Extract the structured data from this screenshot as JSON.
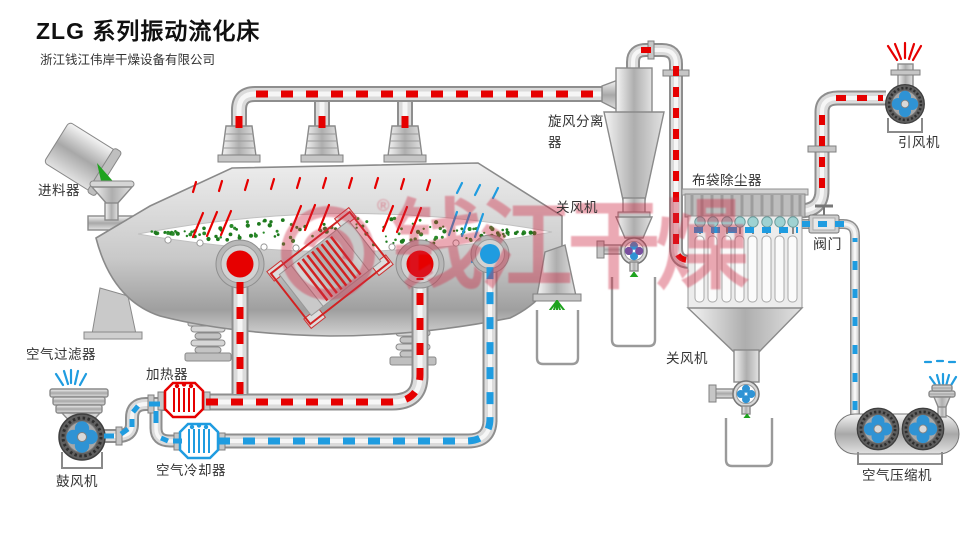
{
  "header": {
    "title": "ZLG 系列振动流化床",
    "company": "浙江钱江伟岸干燥设备有限公司"
  },
  "labels": {
    "feeder": "进料器",
    "cyclone_line1": "旋风分离",
    "cyclone_line2": "器",
    "cyclone_airlock": "关风机",
    "bag_filter": "布袋除尘器",
    "id_fan": "引风机",
    "valve": "阀门",
    "air_filter": "空气过滤器",
    "heater": "加热器",
    "air_cooler": "空气冷却器",
    "blower": "鼓风机",
    "bag_airlock": "关风机",
    "compressor": "空气压缩机"
  },
  "watermark": {
    "text": "钱江干燥",
    "registered": "®"
  },
  "colors": {
    "hot_flow": "#e60000",
    "cold_flow": "#1f9ce0",
    "fan_blade": "#2f93d4",
    "particles": "#2a8a2a",
    "bag_caps": "#9fd2d2",
    "watermark": "#cf2b45"
  }
}
